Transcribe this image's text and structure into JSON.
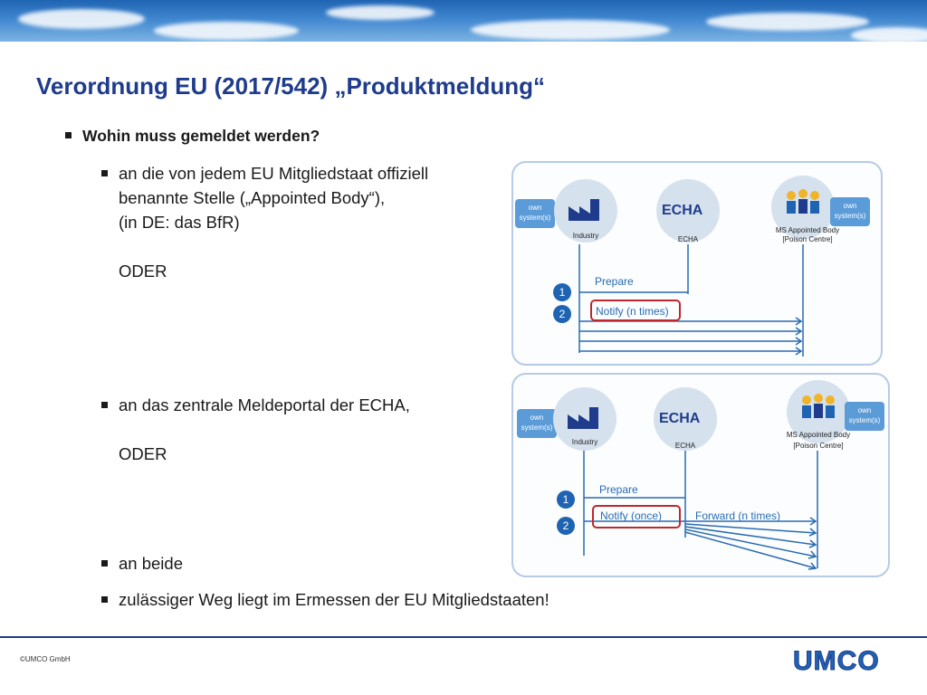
{
  "slide": {
    "title": "Verordnung EU (2017/542) „Produktmeldung“",
    "question": "Wohin muss gemeldet werden?",
    "option1": {
      "line1": "an die von jedem EU Mitgliedstaat offiziell",
      "line2": "benannte Stelle („Appointed Body“),",
      "line3": "(in DE: das BfR)",
      "or": "ODER"
    },
    "option2": {
      "line1": "an das zentrale Meldeportal der ECHA,",
      "or": "ODER"
    },
    "option3": "an beide",
    "note": "zulässiger Weg liegt im Ermessen der EU Mitgliedstaaten!"
  },
  "diagram1": {
    "own_left": "own system(s)",
    "industry": "Industry",
    "echa_logo": "ECHA",
    "echa": "ECHA",
    "appointed": "MS Appointed Body",
    "poison": "[Poison Centre]",
    "own_right": "own system(s)",
    "step1": "1",
    "step2": "2",
    "prepare": "Prepare",
    "notify": "Notify (n times)"
  },
  "diagram2": {
    "own_left": "own system(s)",
    "industry": "Industry",
    "echa_logo": "ECHA",
    "echa": "ECHA",
    "appointed": "MS Appointed Body",
    "poison": "[Poison Centre]",
    "own_right": "own system(s)",
    "step1": "1",
    "step2": "2",
    "prepare": "Prepare",
    "notify": "Notify (once)",
    "forward": "Forward (n times)"
  },
  "footer": {
    "copyright": "©UMCO GmbH",
    "logo": "UMCO"
  },
  "colors": {
    "title": "#1f3c8c",
    "accent": "#1f64b3",
    "highlight": "#c0282d"
  }
}
